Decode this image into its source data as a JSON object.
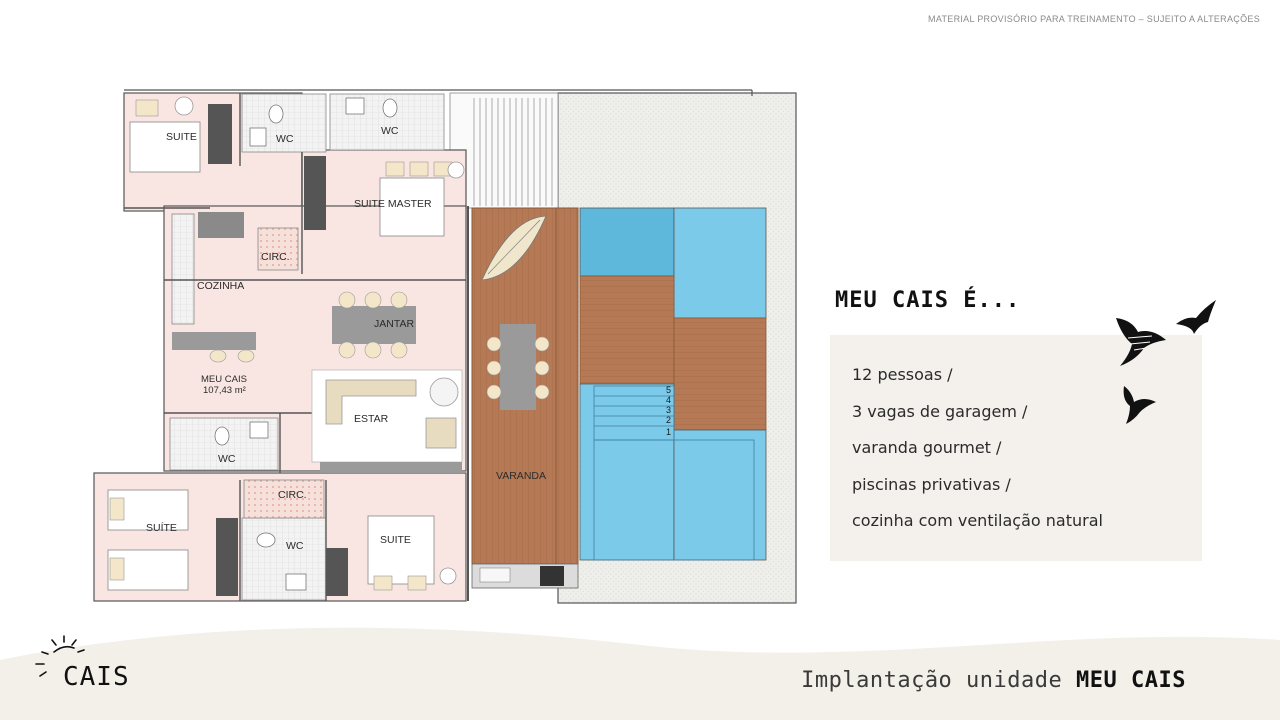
{
  "header": {
    "disclaimer": "MATERIAL PROVISÓRIO PARA TREINAMENTO – SUJEITO A ALTERAÇÕES"
  },
  "floor_plan": {
    "rooms": {
      "suite_top": "SUITE",
      "wc_1": "WC",
      "wc_2": "WC",
      "suite_master": "SUITE MASTER",
      "circ_1": "CIRC.",
      "cozinha": "COZINHA",
      "jantar": "JANTAR",
      "unit_name": "MEU CAIS",
      "unit_area": "107,43 m²",
      "estar": "ESTAR",
      "wc_3": "WC",
      "circ_2": "CIRC.",
      "suite_bottom_left": "SUÍTE",
      "wc_4": "WC",
      "suite_bottom": "SUITE",
      "varanda": "VARANDA"
    },
    "pool_steps": [
      "5",
      "4",
      "3",
      "2",
      "1"
    ],
    "colors": {
      "room_fill": "#f9e6e2",
      "wall": "#444444",
      "deck": "#b57a55",
      "pool": "#7ccaea",
      "pool_dark": "#5db8dc",
      "garden": "#eeeeea"
    }
  },
  "features": {
    "headline": "MEU CAIS É...",
    "items": [
      "12 pessoas /",
      "3 vagas de garagem /",
      "varanda gourmet /",
      "piscinas privativas /",
      "cozinha com ventilação natural"
    ],
    "box_color": "#f4f1ec"
  },
  "decor": {
    "icons": [
      "bird-icon",
      "bird-icon",
      "bird-icon"
    ]
  },
  "footer": {
    "logo_text": "CAIS",
    "title_prefix": "Implantação unidade",
    "title_emphasis": "MEU CAIS",
    "wave_color": "#f3efe9"
  }
}
